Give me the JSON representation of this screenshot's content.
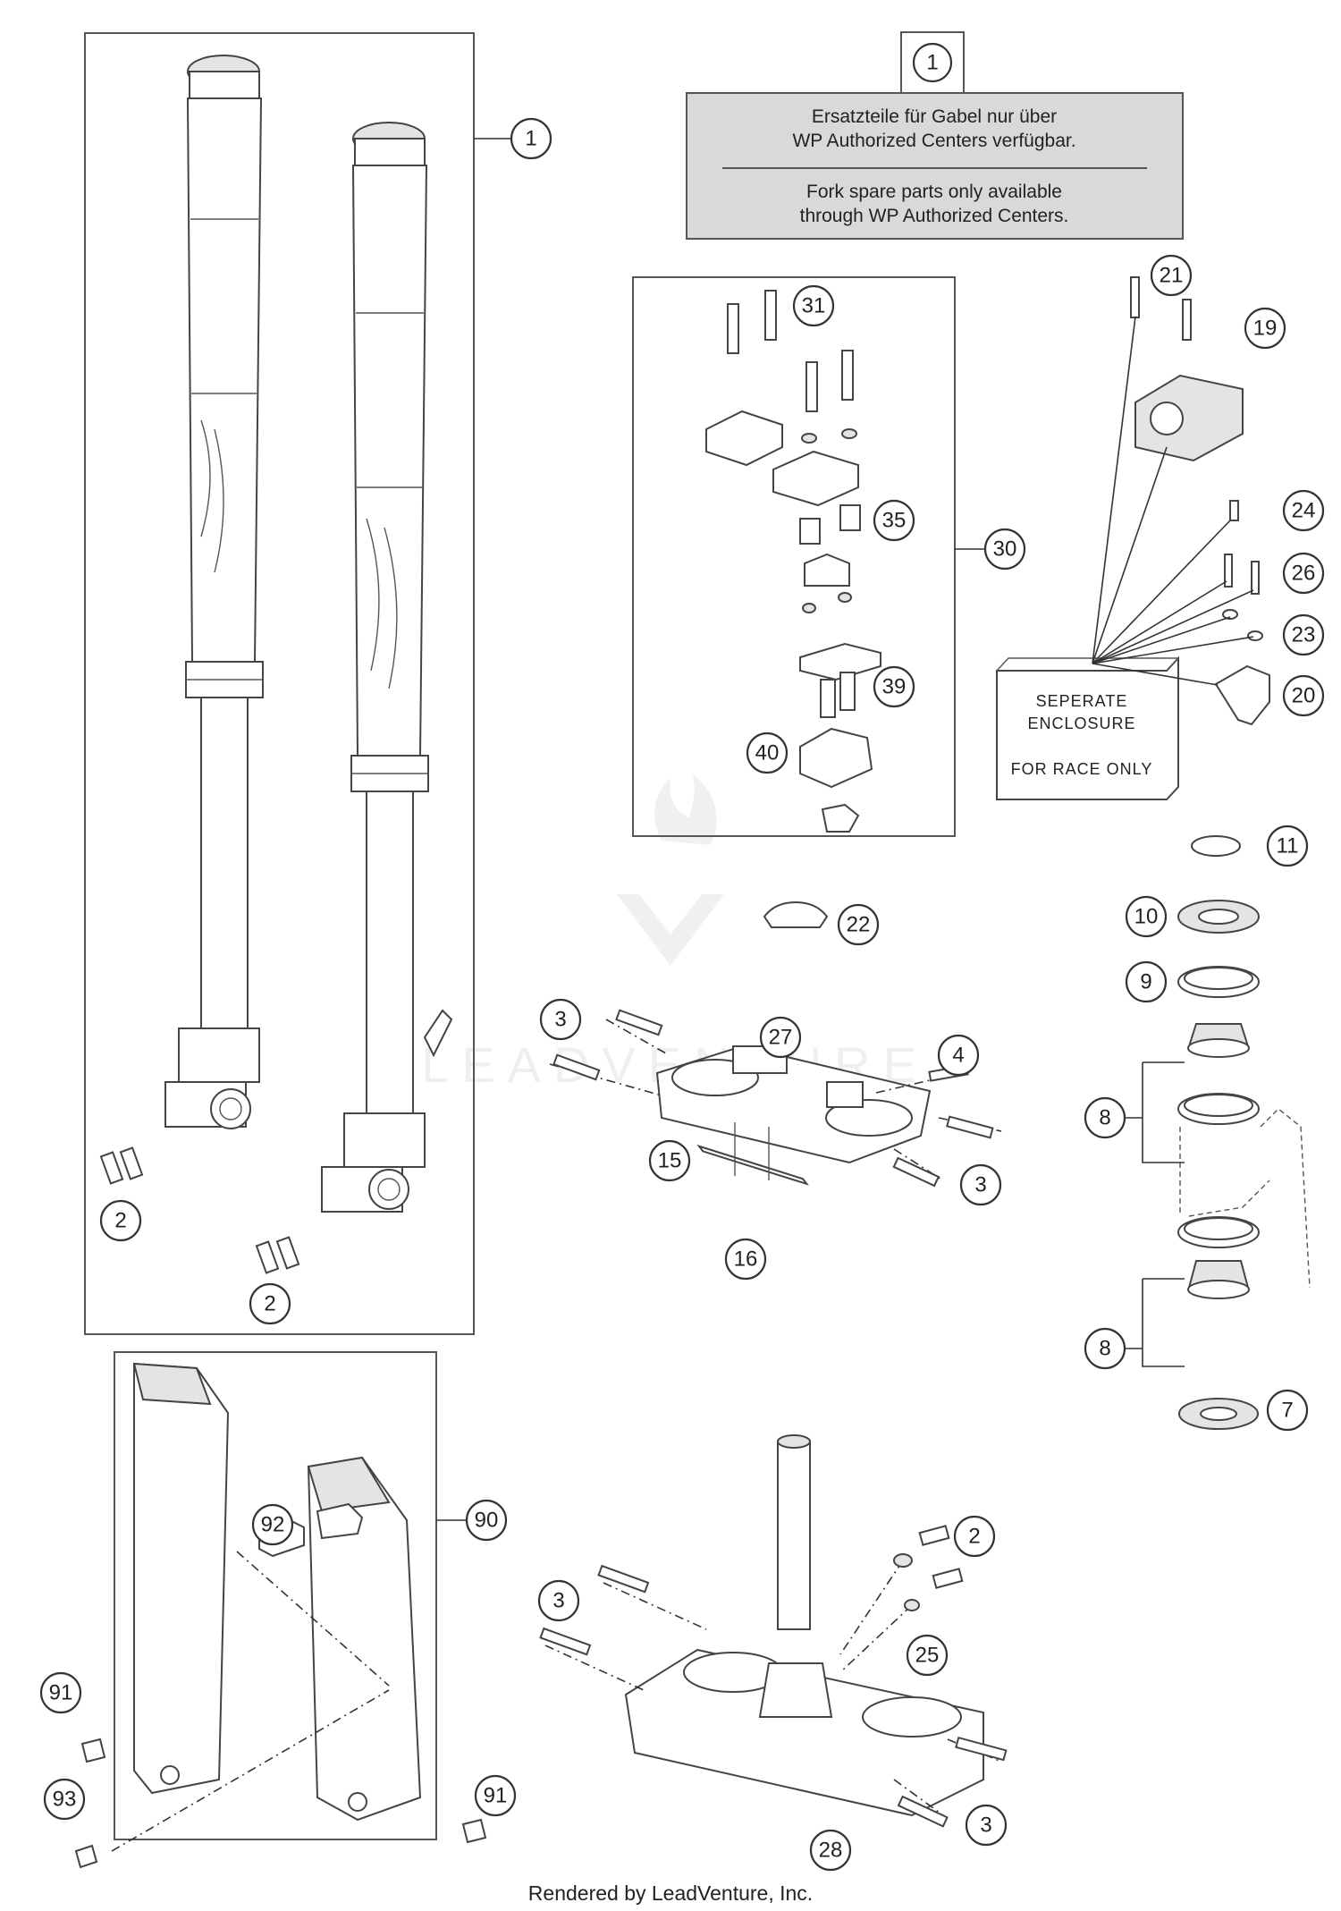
{
  "footer": "Rendered by LeadVenture, Inc.",
  "watermark": "LEADVENTURE",
  "note": {
    "ref": "1",
    "de": [
      "Ersatzteile für Gabel nur über",
      "WP Authorized Centers verfügbar."
    ],
    "en": [
      "Fork spare parts only available",
      "through WP Authorized Centers."
    ]
  },
  "enclosure": {
    "line1": "SEPERATE",
    "line2": "ENCLOSURE",
    "line3": "FOR RACE ONLY"
  },
  "callouts": {
    "fork": "1",
    "fork_bolts_a": "2",
    "fork_bolts_b": "2",
    "clamp_kit": "30",
    "bolt_31": "31",
    "part_35": "35",
    "part_39": "39",
    "part_40": "40",
    "part_21": "21",
    "part_19": "19",
    "part_24": "24",
    "part_26": "26",
    "part_23": "23",
    "part_20": "20",
    "part_11": "11",
    "part_10": "10",
    "part_9": "9",
    "part_8_upper": "8",
    "part_8_lower": "8",
    "part_7": "7",
    "part_22": "22",
    "upper_bolt_3a": "3",
    "upper_bolt_3b": "3",
    "part_27": "27",
    "part_4": "4",
    "part_15": "15",
    "part_16": "16",
    "guard_kit": "90",
    "part_92": "92",
    "part_91a": "91",
    "part_91b": "91",
    "part_93": "93",
    "lower_bolt_3a": "3",
    "lower_bolt_3b": "3",
    "lower_bolt_2": "2",
    "part_25": "25",
    "part_28": "28"
  }
}
